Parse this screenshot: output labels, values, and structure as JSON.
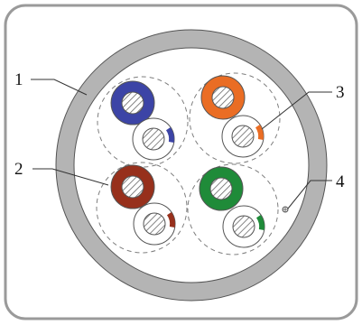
{
  "figure": {
    "callouts": [
      {
        "id": "1",
        "label": "1"
      },
      {
        "id": "2",
        "label": "2"
      },
      {
        "id": "3",
        "label": "3"
      },
      {
        "id": "4",
        "label": "4"
      }
    ],
    "pairs": [
      {
        "name": "blue",
        "color": "#3c44a6"
      },
      {
        "name": "orange",
        "color": "#ea6d24"
      },
      {
        "name": "brown",
        "color": "#97301c"
      },
      {
        "name": "green",
        "color": "#1f8b39"
      }
    ],
    "colors": {
      "jacket": "#b4b4b4",
      "frame": "#9a9a9a",
      "outline": "#555555",
      "divider_dash": "#7e7e7e",
      "hatch": "#6a6a6a"
    }
  }
}
